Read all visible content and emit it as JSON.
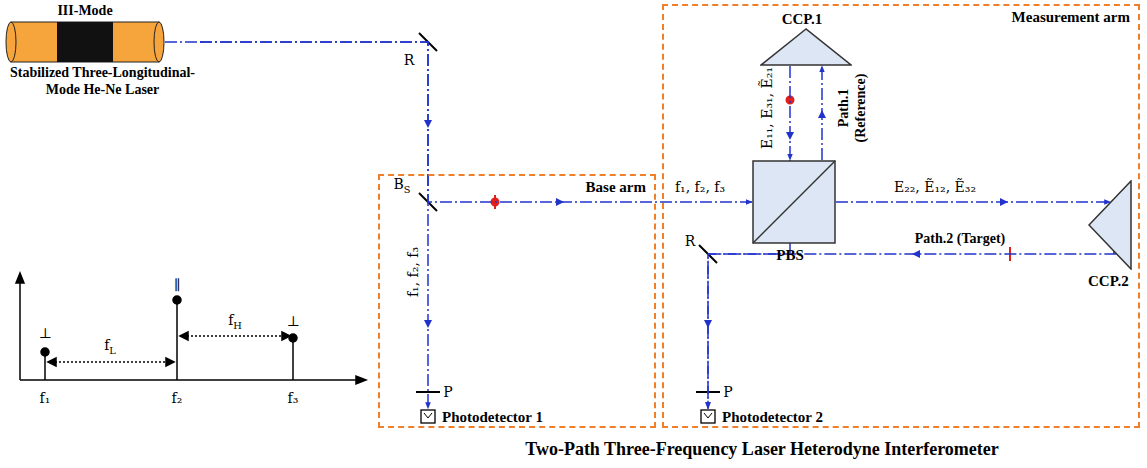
{
  "diagram": {
    "caption": "Two-Path Three-Frequency Laser Heterodyne Interferometer",
    "nodes": [
      {
        "text": [
          "III-Mode",
          "Stabilized Three-Longitudinal-Mode He-Ne Laser"
        ]
      },
      {
        "text": [
          "Base arm"
        ]
      },
      {
        "text": [
          "Measurement arm"
        ]
      },
      {
        "text": [
          "PBS"
        ],
        "in": 2
      },
      {
        "text": [
          "CCP.1"
        ],
        "in": 2
      },
      {
        "text": [
          "CCP.2"
        ],
        "in": 2
      },
      {
        "text": [
          "Photodetector 1"
        ],
        "in": 1
      },
      {
        "text": [
          "Photodetector 2"
        ],
        "in": 2
      }
    ],
    "edges": [
      {
        "from": 0,
        "to": 6,
        "arrow": "to"
      },
      {
        "from": 0,
        "to": 3,
        "arrow": "to"
      },
      {
        "from": 3,
        "to": 4,
        "arrow": "to"
      },
      {
        "from": 4,
        "to": 3,
        "arrow": "to"
      },
      {
        "from": 3,
        "to": 5,
        "arrow": "to"
      },
      {
        "from": 5,
        "to": 7,
        "arrow": "to"
      },
      {
        "from": 3,
        "to": 7,
        "arrow": "to"
      }
    ],
    "labels": [
      "R",
      "BS",
      "f₁, f₂, f₃",
      "P",
      "f₁, f₂, f₃",
      "E₁₁, E₃₁, Ẽ₂₁",
      "Path.1 (Reference)",
      "E₂₂, Ẽ₁₂, Ẽ₃₂",
      "Path.2 (Target)",
      "R",
      "P",
      "⊥",
      "∥",
      "⊥",
      "fL",
      "fH",
      "f₁",
      "f₂",
      "f₃"
    ]
  }
}
